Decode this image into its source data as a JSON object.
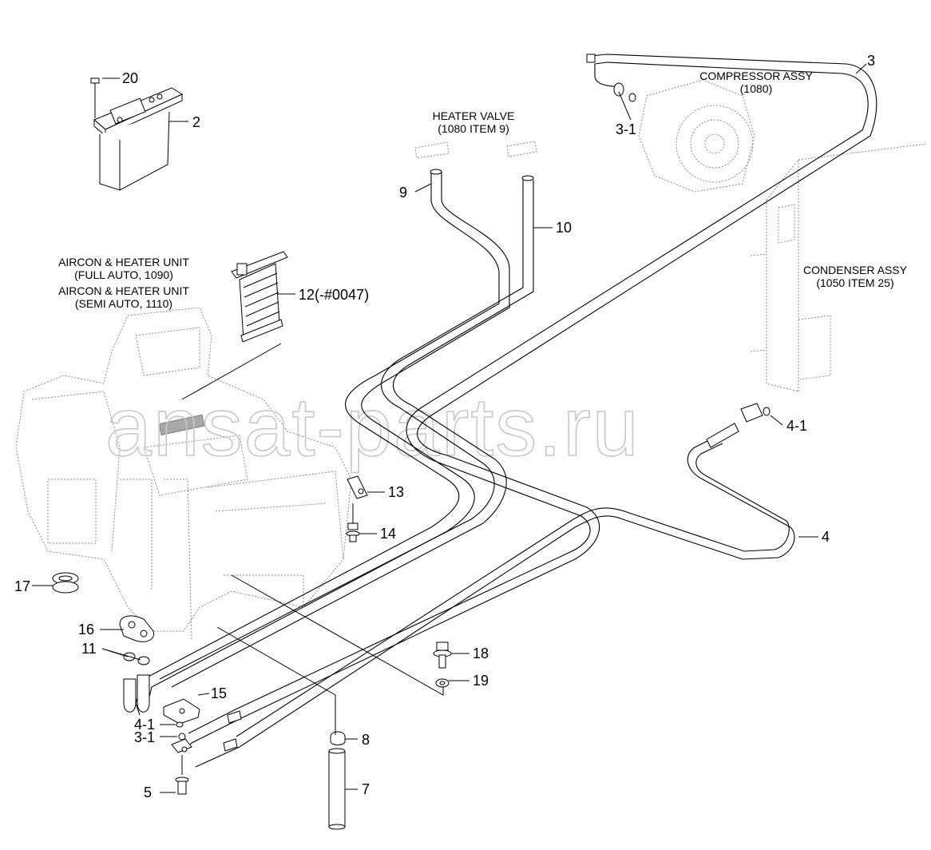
{
  "watermark": "ansat-parts.ru",
  "captions": {
    "compressor_line1": "COMPRESSOR ASSY",
    "compressor_line2": "(1080)",
    "heater_valve_line1": "HEATER VALVE",
    "heater_valve_line2": "(1080 ITEM 9)",
    "condenser_line1": "CONDENSER ASSY",
    "condenser_line2": "(1050 ITEM 25)",
    "aircon_full_line1": "AIRCON & HEATER UNIT",
    "aircon_full_line2": "(FULL AUTO, 1090)",
    "aircon_semi_line1": "AIRCON & HEATER UNIT",
    "aircon_semi_line2": "(SEMI AUTO, 1110)"
  },
  "callouts": {
    "p20": "20",
    "p2": "2",
    "p3": "3",
    "p3_1_top": "3-1",
    "p9": "9",
    "p10": "10",
    "p12": "12(-#0047)",
    "p4_1_right": "4-1",
    "p4": "4",
    "p13": "13",
    "p14": "14",
    "p17": "17",
    "p16": "16",
    "p11": "11",
    "p18": "18",
    "p19": "19",
    "p15": "15",
    "p4_1_bottom": "4-1",
    "p3_1_bottom": "3-1",
    "p8": "8",
    "p5": "5",
    "p7": "7"
  }
}
